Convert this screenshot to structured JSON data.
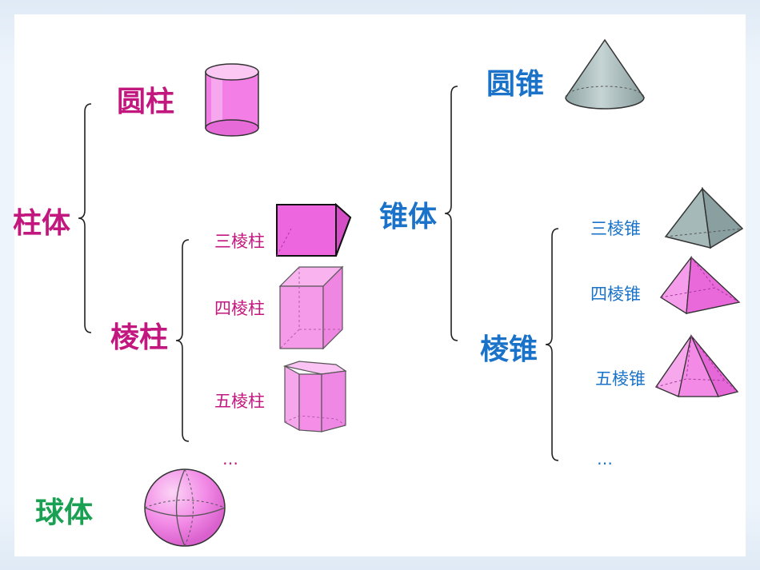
{
  "colors": {
    "prism_group": "#c2177e",
    "cone_group": "#1a73c9",
    "sphere": "#1aa052",
    "shape_fill_pink": "#f27ee6",
    "shape_fill_gray": "#9fb3b3"
  },
  "prism": {
    "title": "柱体",
    "cylinder_label": "圆柱",
    "prism_label": "棱柱",
    "items": [
      {
        "label": "三棱柱",
        "icon": "triangular-prism"
      },
      {
        "label": "四棱柱",
        "icon": "quadrangular-prism"
      },
      {
        "label": "五棱柱",
        "icon": "pentagonal-prism"
      }
    ],
    "ellipsis": "…"
  },
  "cone": {
    "title": "锥体",
    "cone_label": "圆锥",
    "pyramid_label": "棱锥",
    "items": [
      {
        "label": "三棱锥",
        "icon": "triangular-pyramid"
      },
      {
        "label": "四棱锥",
        "icon": "square-pyramid"
      },
      {
        "label": "五棱锥",
        "icon": "pentagonal-pyramid"
      }
    ],
    "ellipsis": "…"
  },
  "sphere": {
    "label": "球体",
    "icon": "sphere"
  }
}
